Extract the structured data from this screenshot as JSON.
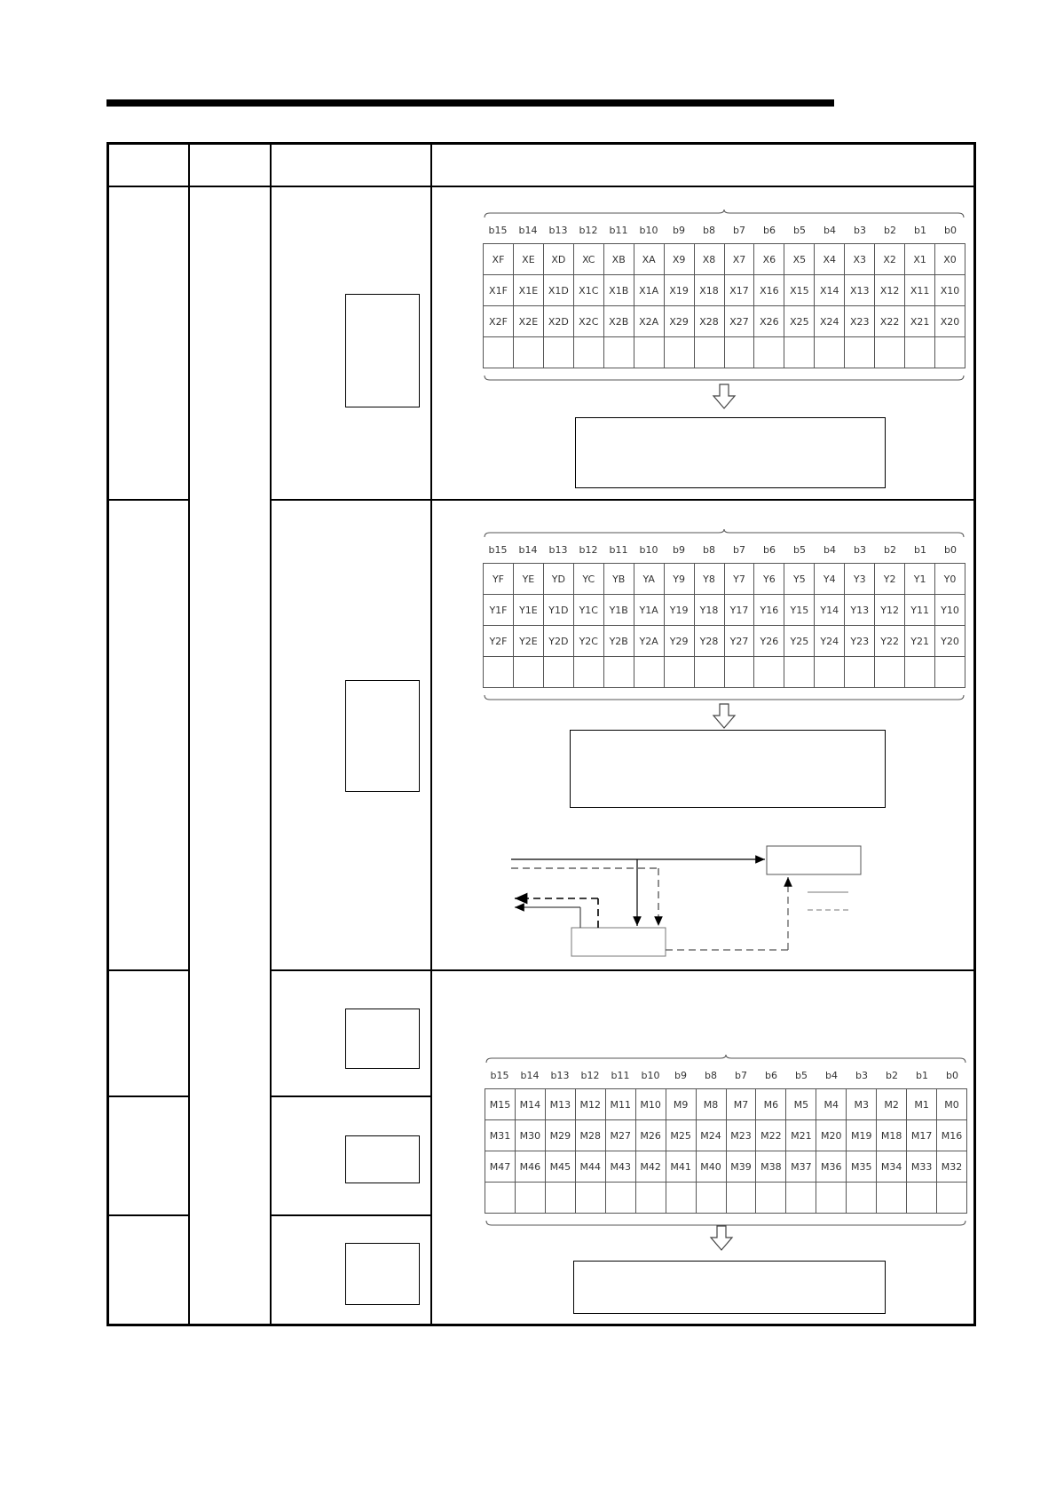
{
  "bit_labels": [
    "b15",
    "b14",
    "b13",
    "b12",
    "b11",
    "b10",
    "b9",
    "b8",
    "b7",
    "b6",
    "b5",
    "b4",
    "b3",
    "b2",
    "b1",
    "b0"
  ],
  "input_map": {
    "rows": [
      [
        "XF",
        "XE",
        "XD",
        "XC",
        "XB",
        "XA",
        "X9",
        "X8",
        "X7",
        "X6",
        "X5",
        "X4",
        "X3",
        "X2",
        "X1",
        "X0"
      ],
      [
        "X1F",
        "X1E",
        "X1D",
        "X1C",
        "X1B",
        "X1A",
        "X19",
        "X18",
        "X17",
        "X16",
        "X15",
        "X14",
        "X13",
        "X12",
        "X11",
        "X10"
      ],
      [
        "X2F",
        "X2E",
        "X2D",
        "X2C",
        "X2B",
        "X2A",
        "X29",
        "X28",
        "X27",
        "X26",
        "X25",
        "X24",
        "X23",
        "X22",
        "X21",
        "X20"
      ],
      [
        "",
        "",
        "",
        "",
        "",
        "",
        "",
        "",
        "",
        "",
        "",
        "",
        "",
        "",
        "",
        ""
      ]
    ]
  },
  "output_map": {
    "rows": [
      [
        "YF",
        "YE",
        "YD",
        "YC",
        "YB",
        "YA",
        "Y9",
        "Y8",
        "Y7",
        "Y6",
        "Y5",
        "Y4",
        "Y3",
        "Y2",
        "Y1",
        "Y0"
      ],
      [
        "Y1F",
        "Y1E",
        "Y1D",
        "Y1C",
        "Y1B",
        "Y1A",
        "Y19",
        "Y18",
        "Y17",
        "Y16",
        "Y15",
        "Y14",
        "Y13",
        "Y12",
        "Y11",
        "Y10"
      ],
      [
        "Y2F",
        "Y2E",
        "Y2D",
        "Y2C",
        "Y2B",
        "Y2A",
        "Y29",
        "Y28",
        "Y27",
        "Y26",
        "Y25",
        "Y24",
        "Y23",
        "Y22",
        "Y21",
        "Y20"
      ],
      [
        "",
        "",
        "",
        "",
        "",
        "",
        "",
        "",
        "",
        "",
        "",
        "",
        "",
        "",
        "",
        ""
      ]
    ]
  },
  "relay_map": {
    "rows": [
      [
        "M15",
        "M14",
        "M13",
        "M12",
        "M11",
        "M10",
        "M9",
        "M8",
        "M7",
        "M6",
        "M5",
        "M4",
        "M3",
        "M2",
        "M1",
        "M0"
      ],
      [
        "M31",
        "M30",
        "M29",
        "M28",
        "M27",
        "M26",
        "M25",
        "M24",
        "M23",
        "M22",
        "M21",
        "M20",
        "M19",
        "M18",
        "M17",
        "M16"
      ],
      [
        "M47",
        "M46",
        "M45",
        "M44",
        "M43",
        "M42",
        "M41",
        "M40",
        "M39",
        "M38",
        "M37",
        "M36",
        "M35",
        "M34",
        "M33",
        "M32"
      ],
      [
        "",
        "",
        "",
        "",
        "",
        "",
        "",
        "",
        "",
        "",
        "",
        "",
        "",
        "",
        "",
        ""
      ]
    ]
  }
}
